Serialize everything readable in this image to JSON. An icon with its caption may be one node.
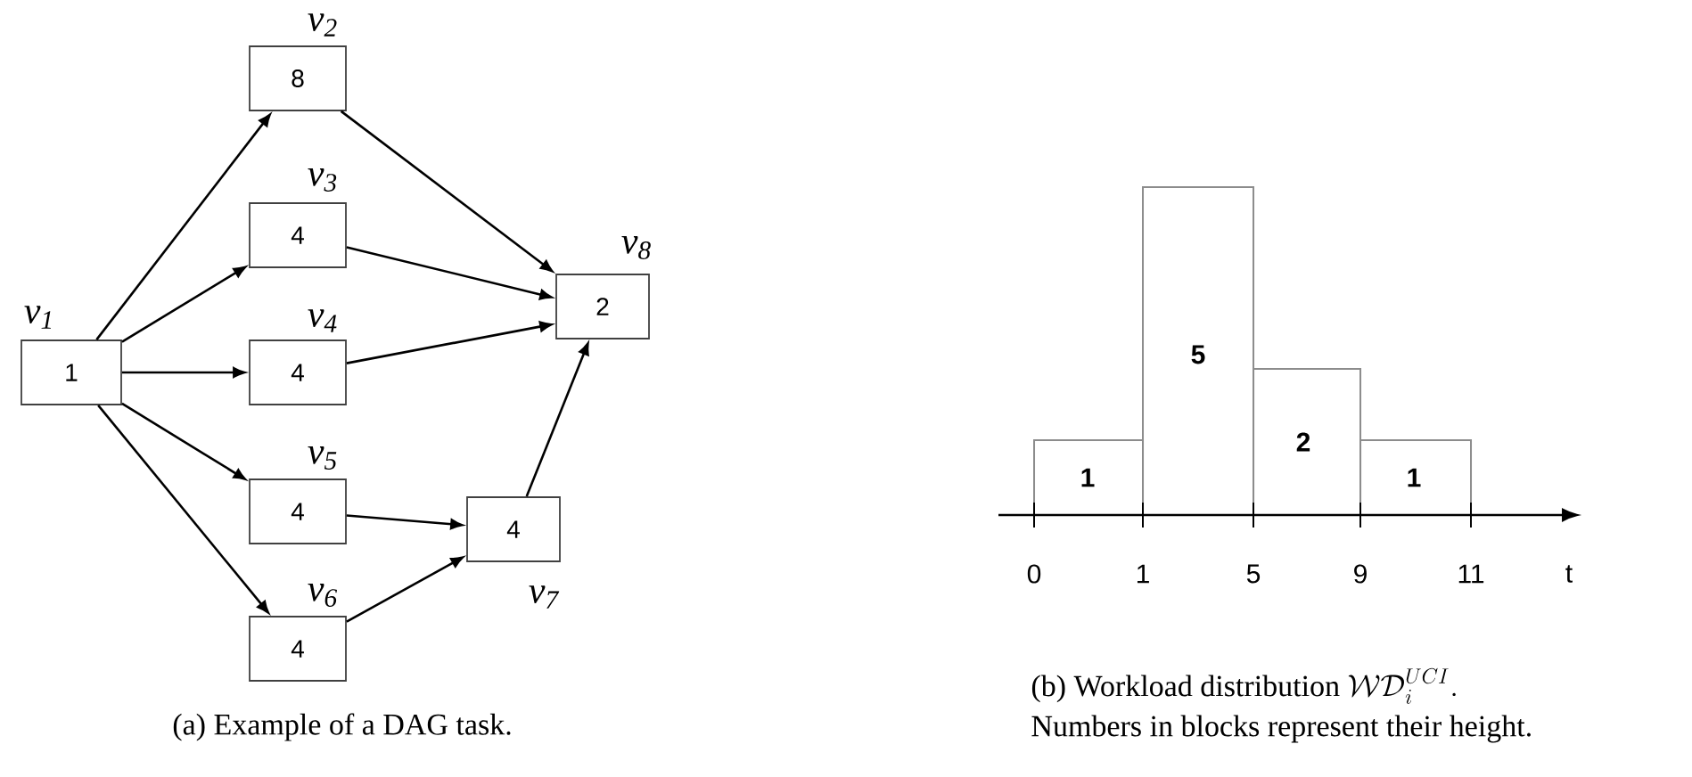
{
  "diagram": {
    "nodes": [
      {
        "text": [
          "v$_{1}$",
          "1"
        ]
      },
      {
        "text": [
          "v$_{2}$",
          "8"
        ]
      },
      {
        "text": [
          "v$_{3}$",
          "4"
        ]
      },
      {
        "text": [
          "v$_{4}$",
          "4"
        ]
      },
      {
        "text": [
          "v$_{5}$",
          "4"
        ]
      },
      {
        "text": [
          "v$_{6}$",
          "4"
        ]
      },
      {
        "text": [
          "v$_{7}$",
          "4"
        ]
      },
      {
        "text": [
          "v$_{8}$",
          "2"
        ]
      },
      {
        "text": [
          "1"
        ]
      },
      {
        "text": [
          "5"
        ]
      },
      {
        "text": [
          "2"
        ]
      },
      {
        "text": [
          "1"
        ]
      }
    ],
    "edges": [
      {
        "from": 0,
        "to": 1,
        "arrow": "to"
      },
      {
        "from": 0,
        "to": 2,
        "arrow": "to"
      },
      {
        "from": 0,
        "to": 3,
        "arrow": "to"
      },
      {
        "from": 0,
        "to": 4,
        "arrow": "to"
      },
      {
        "from": 0,
        "to": 5,
        "arrow": "to"
      },
      {
        "from": 1,
        "to": 7,
        "arrow": "to"
      },
      {
        "from": 2,
        "to": 7,
        "arrow": "to"
      },
      {
        "from": 3,
        "to": 7,
        "arrow": "to"
      },
      {
        "from": 4,
        "to": 6,
        "arrow": "to"
      },
      {
        "from": 5,
        "to": 6,
        "arrow": "to"
      },
      {
        "from": 6,
        "to": 7,
        "arrow": "to"
      }
    ],
    "labels": [
      "0",
      "1",
      "5",
      "9",
      "11",
      "t",
      "(a) Example of a DAG task.",
      "(b) Workload distribution",
      "\\mathcal{WD}_i^{UCI}.",
      "Numbers in blocks represent their height."
    ]
  }
}
